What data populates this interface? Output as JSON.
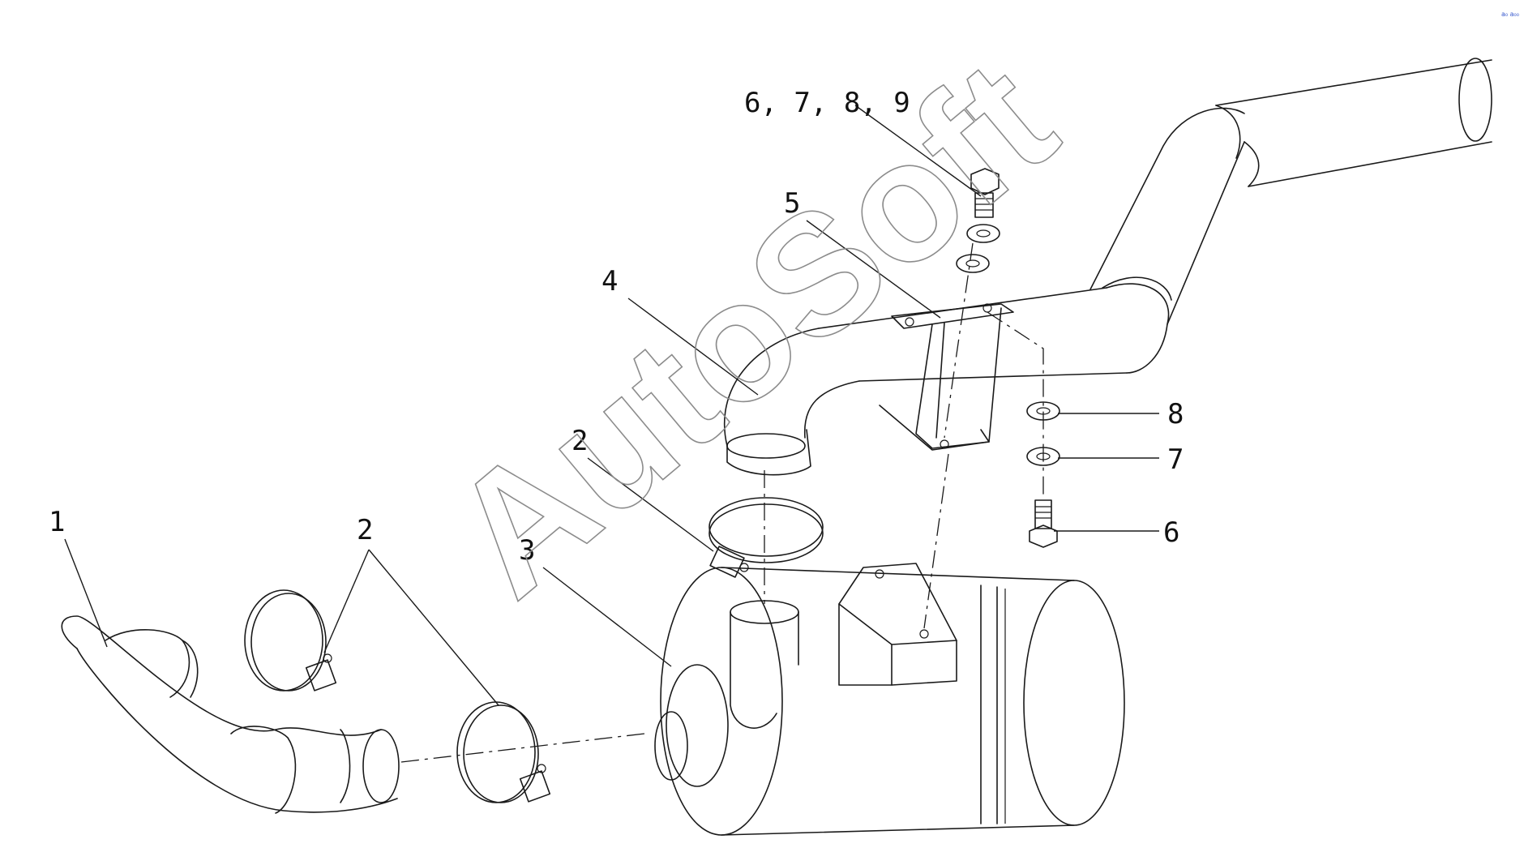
{
  "diagram": {
    "type": "exploded parts diagram",
    "callouts": {
      "part1": "1",
      "part2_left": "2",
      "part2_mid": "2",
      "part3": "3",
      "part4": "4",
      "part5": "5",
      "part6789": "6, 7, 8, 9",
      "part6": "6",
      "part7": "7",
      "part8": "8"
    },
    "watermark": "AutoSoft",
    "corner_mark": "a₀ a₀₀"
  }
}
